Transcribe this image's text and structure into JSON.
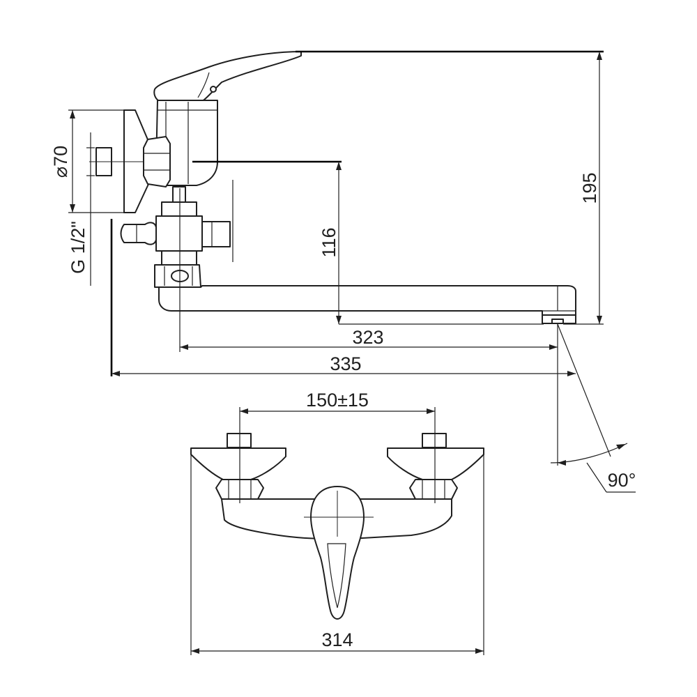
{
  "dimensions": {
    "height_total": "195",
    "spout_height": "116",
    "spout_reach_inner": "323",
    "spout_reach_outer": "335",
    "wall_flange_diameter": "⌀70",
    "thread_size": "G 1/2\"",
    "inlet_spacing": "150±15",
    "body_width": "314",
    "swivel_angle": "90°"
  }
}
